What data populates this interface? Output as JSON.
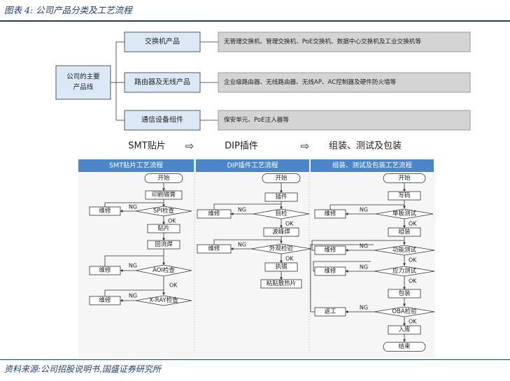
{
  "figure_title": "图表 4:  公司产品分类及工艺流程",
  "source": "资料来源:公司招股说明书,国盛证券研究所",
  "product_tree": {
    "root": "公司的主要\n产品线",
    "categories": [
      {
        "name": "交换机产品",
        "detail": "无管理交换机、管理交换机、PoE交换机、数据中心交换机及工业交换机等"
      },
      {
        "name": "路由器及无线产品",
        "detail": "企业级路由器、无线路由器、无线AP、AC控制器及硬件防火墙等"
      },
      {
        "name": "通信设备组件",
        "detail": "保安单元、PoE注入器等"
      }
    ]
  },
  "process_headline": [
    "SMT贴片",
    "DIP插件",
    "组装、测试及包装"
  ],
  "lanes": [
    {
      "title": "SMT贴片工艺流程",
      "start": "开始",
      "print": "印刷锡膏",
      "spi": "SPI检查",
      "place": "贴片",
      "reflow": "回流焊",
      "aoi": "AOI检查",
      "xray": "X-RAY检查",
      "repair": "维修"
    },
    {
      "title": "DIP插件工艺流程",
      "start": "开始",
      "insert": "插件",
      "visual": "目检",
      "wave": "波峰焊",
      "appearance": "外观检验",
      "tin": "执锡",
      "heatsink": "粘贴散热片",
      "repair": "维修"
    },
    {
      "title": "组装、测试及包装工艺流程",
      "start": "开始",
      "write": "写码",
      "board_test": "单板测试",
      "assemble": "组装",
      "func_test": "功能测试",
      "stress_test": "应力测试",
      "pack": "包装",
      "oba": "OBA检验",
      "stock": "入库",
      "end": "结束",
      "rework": "返工",
      "repair": "维修"
    }
  ],
  "labels": {
    "ok": "OK",
    "ng": "NG"
  },
  "colors": {
    "accent": "#1f3d7a",
    "lane_header": "#4a86c8",
    "category_box": "#dbe9f6",
    "detail_box": "#d4d4d4"
  }
}
